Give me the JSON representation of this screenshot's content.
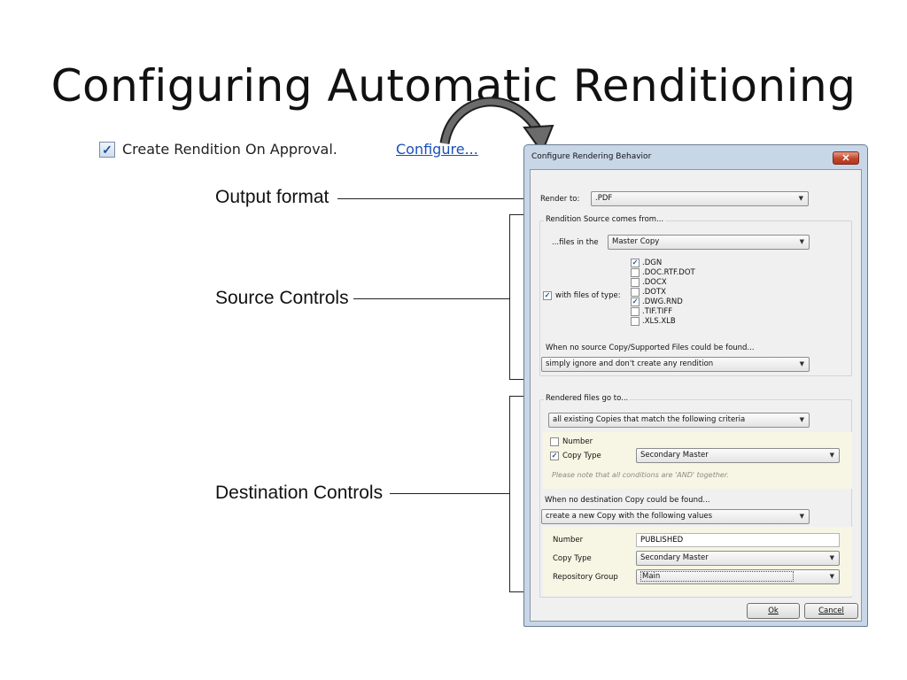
{
  "slide": {
    "title": "Configuring Automatic Renditioning"
  },
  "top": {
    "checkbox_label": "Create Rendition On Approval.",
    "checked": true,
    "configure_link": "Configure..."
  },
  "annotations": {
    "output_format": "Output format",
    "source_controls": "Source Controls",
    "destination_controls": "Destination Controls"
  },
  "dialog": {
    "title": "Configure Rendering Behavior",
    "close_symbol": "✕",
    "render_to": {
      "label": "Render to:",
      "value": ".PDF"
    },
    "source": {
      "group_label": "Rendition Source comes from...",
      "files_in_label": "...files in the",
      "files_in_value": "Master Copy",
      "with_files_label": "with files of type:",
      "with_files_checked": true,
      "file_types": [
        {
          "label": ".DGN",
          "checked": true
        },
        {
          "label": ".DOC.RTF.DOT",
          "checked": false
        },
        {
          "label": ".DOCX",
          "checked": false
        },
        {
          "label": ".DOTX",
          "checked": false
        },
        {
          "label": ".DWG.RND",
          "checked": true
        },
        {
          "label": ".TIF.TIFF",
          "checked": false
        },
        {
          "label": ".XLS.XLB",
          "checked": false
        }
      ],
      "no_source_label": "When no source Copy/Supported Files could be found...",
      "no_source_value": "simply ignore and don't create any rendition"
    },
    "destination": {
      "group_label": "Rendered files go to...",
      "target_value": "all existing Copies that match the following criteria",
      "criteria": {
        "number_label": "Number",
        "number_checked": false,
        "copy_type_label": "Copy Type",
        "copy_type_checked": true,
        "copy_type_value": "Secondary Master",
        "note": "Please note that all conditions are 'AND' together."
      },
      "no_dest_label": "When no destination Copy could be found...",
      "no_dest_value": "create a new Copy with the following values",
      "new_copy": {
        "number_label": "Number",
        "number_value": "PUBLISHED",
        "copy_type_label": "Copy Type",
        "copy_type_value": "Secondary Master",
        "repo_group_label": "Repository Group",
        "repo_group_value": "Main"
      }
    },
    "ok_label": "Ok",
    "cancel_label": "Cancel"
  },
  "colors": {
    "link": "#1a4fb8",
    "close_button": "#c2462b",
    "criteria_background": "#f7f6e4"
  }
}
